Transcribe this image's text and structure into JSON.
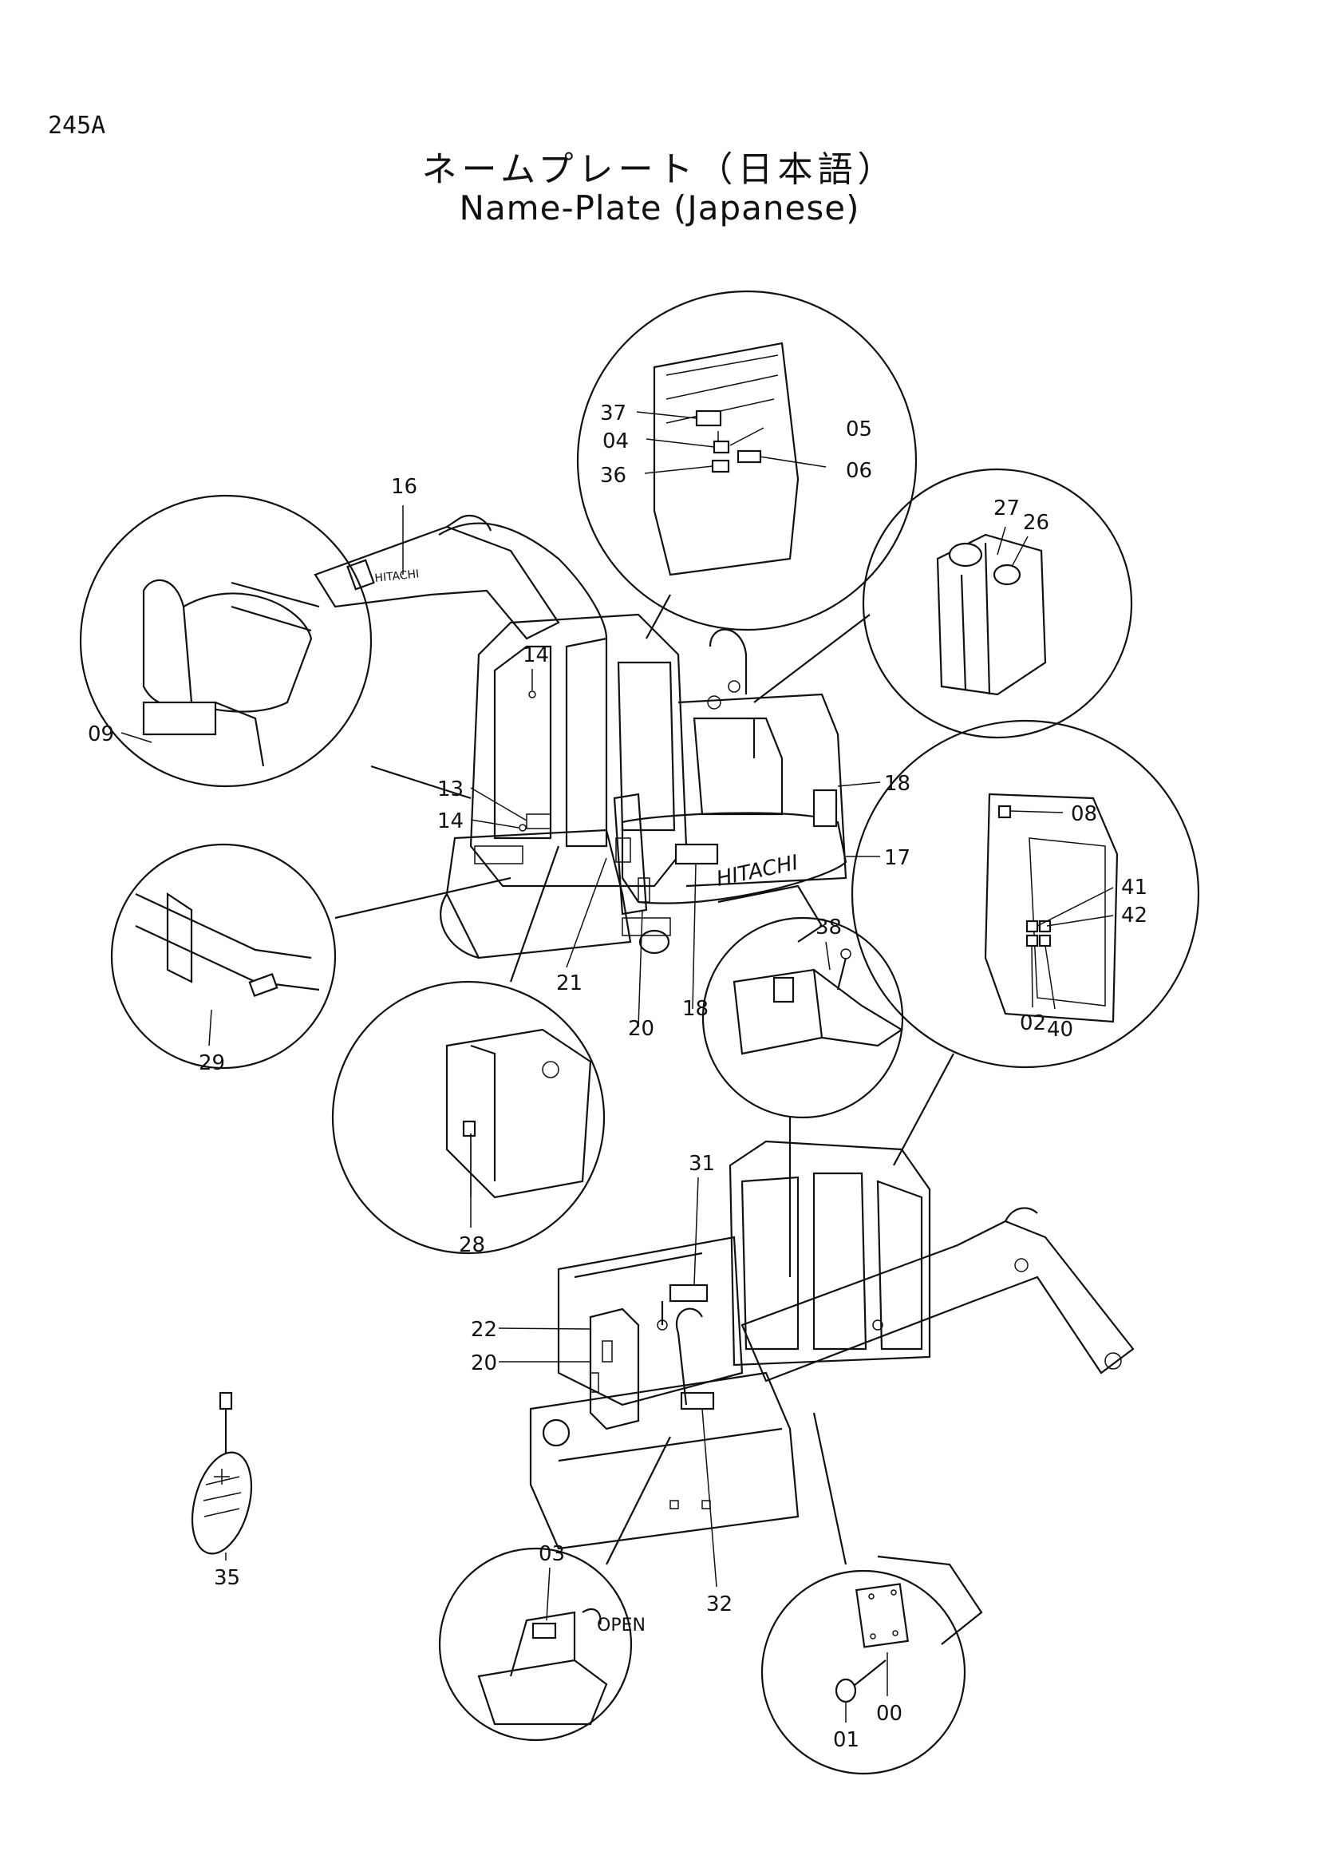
{
  "header": {
    "page_code": "245A",
    "title_japanese": "ネームプレート（日本語）",
    "title_english": "Name-Plate (Japanese)"
  },
  "machine_brand": "HITACHI",
  "counterweight_brand": "HITACHI",
  "door_text": "OPEN",
  "callouts": {
    "c37": "37",
    "c05": "05",
    "c04": "04",
    "c36": "36",
    "c06": "06",
    "c16": "16",
    "c27": "27",
    "c26": "26",
    "c14a": "14",
    "c09": "09",
    "c13": "13",
    "c14b": "14",
    "c18a": "18",
    "c17": "17",
    "c08": "08",
    "c41": "41",
    "c42": "42",
    "c02": "02",
    "c40": "40",
    "c38": "38",
    "c21": "21",
    "c20a": "20",
    "c18b": "18",
    "c29": "29",
    "c28": "28",
    "c31": "31",
    "c22": "22",
    "c20b": "20",
    "c32": "32",
    "c35": "35",
    "c03": "03",
    "c01": "01",
    "c00": "00"
  }
}
